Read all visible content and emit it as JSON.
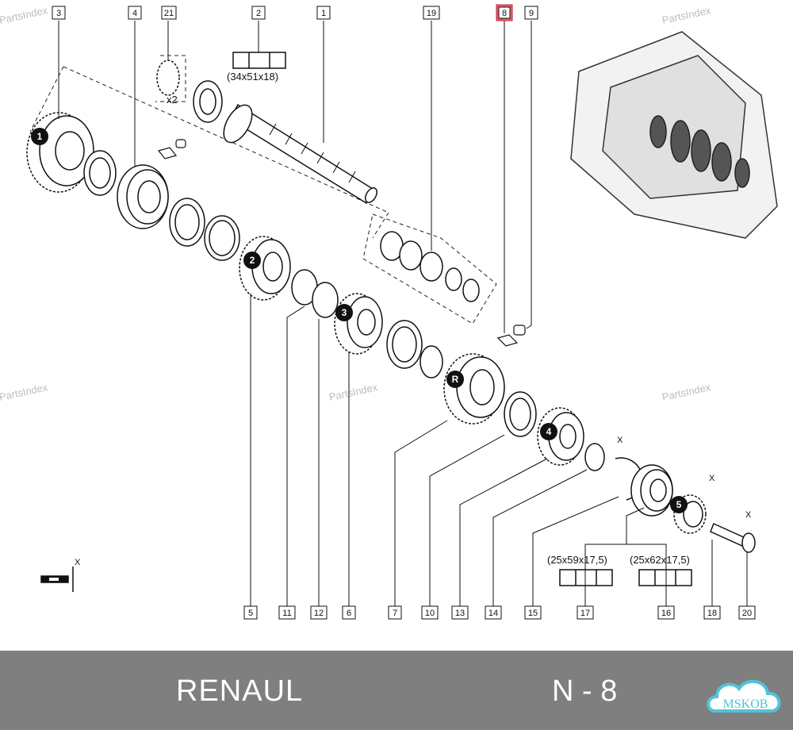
{
  "title": "",
  "watermark": "PartsIndex",
  "colors": {
    "highlight": "#f06070",
    "footer": "#7f7f7f",
    "logo": "#4fc3d9"
  },
  "callouts_top": [
    "3",
    "4",
    "21",
    "2",
    "1",
    "19",
    "8",
    "9"
  ],
  "callouts_bottom": [
    "5",
    "11",
    "12",
    "6",
    "7",
    "10",
    "13",
    "14",
    "15",
    "17",
    "16",
    "18",
    "20"
  ],
  "highlighted_callout": "8",
  "badges": [
    "1",
    "2",
    "3",
    "R",
    "4",
    "5"
  ],
  "dimensions": {
    "part2": "(34x51x18)",
    "part17": "(25x59x17,5)",
    "part16": "(25x62x17,5)"
  },
  "quantity": "x2",
  "x_marks": [
    "X",
    "X",
    "X",
    "X"
  ],
  "footer": {
    "brand": "RENAUL",
    "code": "N - 8",
    "logo_text": "MSKOB"
  }
}
